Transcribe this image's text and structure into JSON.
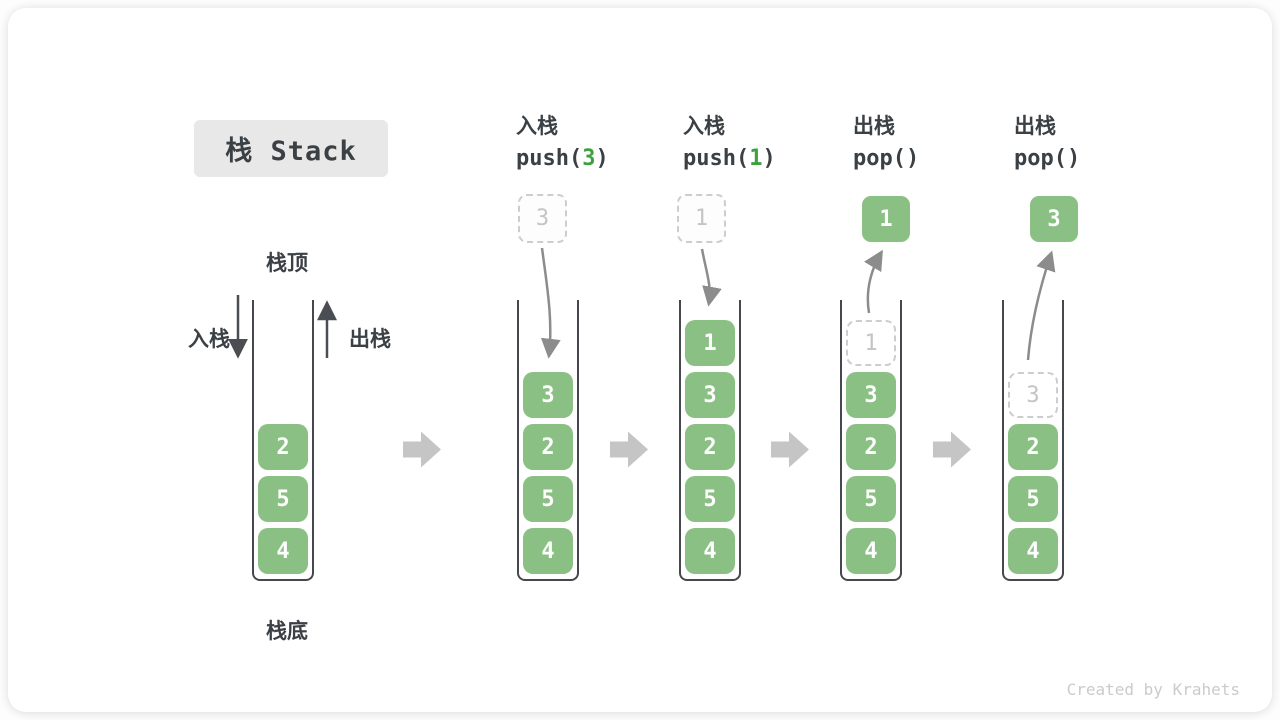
{
  "title": "栈 Stack",
  "labels": {
    "stack_top": "栈顶",
    "stack_bottom": "栈底",
    "push_side": "入栈",
    "pop_side": "出栈"
  },
  "watermark": "Created by Krahets",
  "colors": {
    "element_green": "#8BC084",
    "code_green": "#3DA23D",
    "flow_arrow_gray": "#8C8C8C",
    "block_arrow_gray": "#C5C5C5",
    "dashed_border_gray": "#CDCDCD",
    "ghost_text_gray": "#C4C4C4",
    "text_dark": "#3B4045",
    "container_border": "#45494D",
    "title_bg": "#E8E8E8",
    "watermark_gray": "#CBCBCB"
  },
  "columns": [
    {
      "name": "initial-stack",
      "header": null,
      "floating": null,
      "stack": [
        {
          "value": "2",
          "ghost": false
        },
        {
          "value": "5",
          "ghost": false
        },
        {
          "value": "4",
          "ghost": false
        }
      ]
    },
    {
      "name": "push-3",
      "header": {
        "op": "入栈",
        "code_pre": "push(",
        "code_arg": "3",
        "code_post": ")"
      },
      "floating": {
        "style": "dashed",
        "value": "3"
      },
      "stack": [
        {
          "value": "3",
          "ghost": false
        },
        {
          "value": "2",
          "ghost": false
        },
        {
          "value": "5",
          "ghost": false
        },
        {
          "value": "4",
          "ghost": false
        }
      ]
    },
    {
      "name": "push-1",
      "header": {
        "op": "入栈",
        "code_pre": "push(",
        "code_arg": "1",
        "code_post": ")"
      },
      "floating": {
        "style": "dashed",
        "value": "1"
      },
      "stack": [
        {
          "value": "1",
          "ghost": false
        },
        {
          "value": "3",
          "ghost": false
        },
        {
          "value": "2",
          "ghost": false
        },
        {
          "value": "5",
          "ghost": false
        },
        {
          "value": "4",
          "ghost": false
        }
      ]
    },
    {
      "name": "pop-1",
      "header": {
        "op": "出栈",
        "code_pre": "pop(",
        "code_arg": "",
        "code_post": ")"
      },
      "floating": {
        "style": "solid",
        "value": "1"
      },
      "stack": [
        {
          "value": "1",
          "ghost": true
        },
        {
          "value": "3",
          "ghost": false
        },
        {
          "value": "2",
          "ghost": false
        },
        {
          "value": "5",
          "ghost": false
        },
        {
          "value": "4",
          "ghost": false
        }
      ]
    },
    {
      "name": "pop-3",
      "header": {
        "op": "出栈",
        "code_pre": "pop(",
        "code_arg": "",
        "code_post": ")"
      },
      "floating": {
        "style": "solid",
        "value": "3"
      },
      "stack": [
        {
          "value": "3",
          "ghost": true
        },
        {
          "value": "2",
          "ghost": false
        },
        {
          "value": "5",
          "ghost": false
        },
        {
          "value": "4",
          "ghost": false
        }
      ]
    }
  ]
}
